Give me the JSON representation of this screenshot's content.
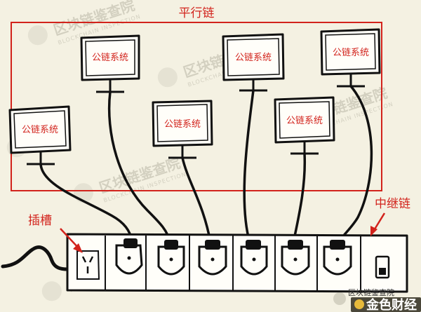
{
  "labels": {
    "parallel_chain": "平行链",
    "slot": "插槽",
    "relay_chain": "中继链"
  },
  "monitors": [
    {
      "label": "公链系统"
    },
    {
      "label": "公链系统"
    },
    {
      "label": "公链系统"
    },
    {
      "label": "公链系统"
    },
    {
      "label": "公链系统"
    },
    {
      "label": "公链系统"
    }
  ],
  "watermark": {
    "text": "区块链鉴查院",
    "sub": "BLOCKCHAIN INSPECTION"
  },
  "corner": {
    "small": "区块链鉴查院",
    "brand": "金色财经"
  },
  "colors": {
    "accent_red": "#d2231c",
    "background": "#f4f1e2",
    "ink": "#111111"
  }
}
